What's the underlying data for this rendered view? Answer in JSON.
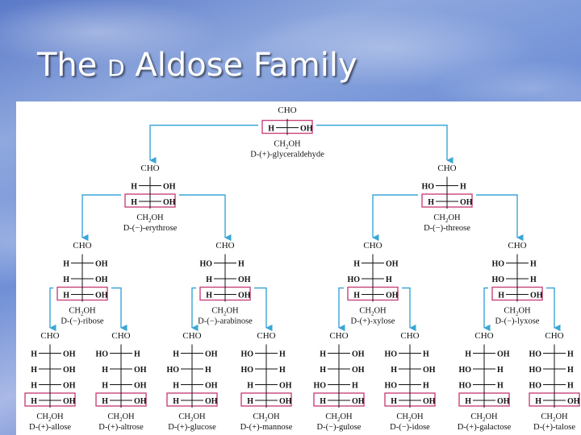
{
  "slide": {
    "title_prefix": "The",
    "title_d": "D",
    "title_suffix": "Aldose Family"
  },
  "colors": {
    "arrow": "#3aa6d6",
    "highlight": "#c8457a",
    "text": "#111111"
  },
  "labels": {
    "cho": "CHO",
    "ch2oh_prefix": "CH",
    "ch2oh_sub": "2",
    "ch2oh_suffix": "OH",
    "h": "H",
    "oh": "OH",
    "ho": "HO"
  },
  "compounds": [
    {
      "id": "glyceraldehyde",
      "prefix": "D-(+)-",
      "name": "glyceraldehyde",
      "rows": [
        "R"
      ]
    },
    {
      "id": "erythrose",
      "prefix": "D-(−)-",
      "name": "erythrose",
      "rows": [
        "R",
        "R"
      ]
    },
    {
      "id": "threose",
      "prefix": "D-(−)-",
      "name": "threose",
      "rows": [
        "L",
        "R"
      ]
    },
    {
      "id": "ribose",
      "prefix": "D-(−)-",
      "name": "ribose",
      "rows": [
        "R",
        "R",
        "R"
      ]
    },
    {
      "id": "arabinose",
      "prefix": "D-(−)-",
      "name": "arabinose",
      "rows": [
        "L",
        "R",
        "R"
      ]
    },
    {
      "id": "xylose",
      "prefix": "D-(+)-",
      "name": "xylose",
      "rows": [
        "R",
        "L",
        "R"
      ]
    },
    {
      "id": "lyxose",
      "prefix": "D-(−)-",
      "name": "lyxose",
      "rows": [
        "L",
        "L",
        "R"
      ]
    },
    {
      "id": "allose",
      "prefix": "D-(+)-",
      "name": "allose",
      "rows": [
        "R",
        "R",
        "R",
        "R"
      ]
    },
    {
      "id": "altrose",
      "prefix": "D-(+)-",
      "name": "altrose",
      "rows": [
        "L",
        "R",
        "R",
        "R"
      ]
    },
    {
      "id": "glucose",
      "prefix": "D-(+)-",
      "name": "glucose",
      "rows": [
        "R",
        "L",
        "R",
        "R"
      ]
    },
    {
      "id": "mannose",
      "prefix": "D-(+)-",
      "name": "mannose",
      "rows": [
        "L",
        "L",
        "R",
        "R"
      ]
    },
    {
      "id": "gulose",
      "prefix": "D-(−)-",
      "name": "gulose",
      "rows": [
        "R",
        "R",
        "L",
        "R"
      ]
    },
    {
      "id": "idose",
      "prefix": "D-(−)-",
      "name": "idose",
      "rows": [
        "L",
        "R",
        "L",
        "R"
      ]
    },
    {
      "id": "galactose",
      "prefix": "D-(+)-",
      "name": "galactose",
      "rows": [
        "R",
        "L",
        "L",
        "R"
      ]
    },
    {
      "id": "talose",
      "prefix": "D-(+)-",
      "name": "talose",
      "rows": [
        "L",
        "L",
        "L",
        "R"
      ]
    }
  ]
}
